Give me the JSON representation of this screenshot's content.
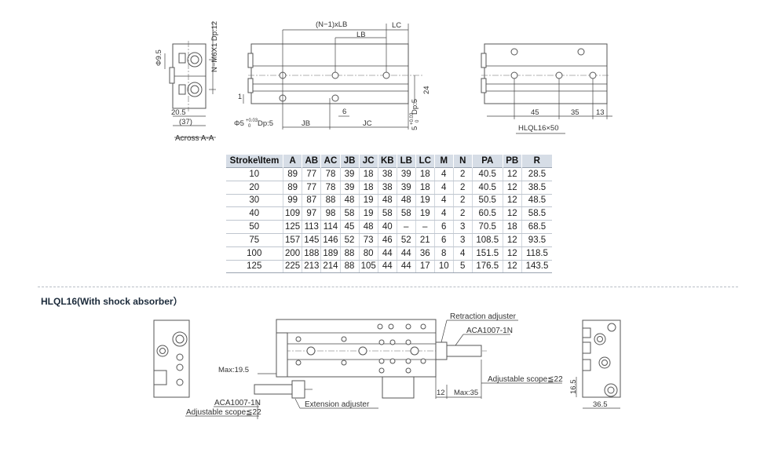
{
  "top_drawing": {
    "dims": {
      "n_lb": "(N−1)xLB",
      "lb": "LB",
      "lc": "LC",
      "bore": "N−M6X1 Dp:12",
      "phi95": "Φ9.5",
      "v205": "20.5",
      "v37": "(37)",
      "v1": "1",
      "v24": "24",
      "v6": "6",
      "jb": "JB",
      "jc": "JC",
      "hole_left_main": "Φ5",
      "hole_left_tol": "+0.03",
      "hole_left_tol0": "0",
      "hole_left_dp": "Dp:5",
      "hole_v_main": "5",
      "hole_v_tol": "+0.03",
      "hole_v_tol0": "0",
      "hole_v_dp": "Dp:5",
      "v45": "45",
      "v35": "35",
      "v13": "13",
      "model": "HLQL16×50"
    },
    "across_label": "Across A-A"
  },
  "table": {
    "headers": [
      "Stroke\\Item",
      "A",
      "AB",
      "AC",
      "JB",
      "JC",
      "KB",
      "LB",
      "LC",
      "M",
      "N",
      "PA",
      "PB",
      "R"
    ],
    "rows": [
      [
        "10",
        "89",
        "77",
        "78",
        "39",
        "18",
        "38",
        "39",
        "18",
        "4",
        "2",
        "40.5",
        "12",
        "28.5"
      ],
      [
        "20",
        "89",
        "77",
        "78",
        "39",
        "18",
        "38",
        "39",
        "18",
        "4",
        "2",
        "40.5",
        "12",
        "38.5"
      ],
      [
        "30",
        "99",
        "87",
        "88",
        "48",
        "19",
        "48",
        "48",
        "19",
        "4",
        "2",
        "50.5",
        "12",
        "48.5"
      ],
      [
        "40",
        "109",
        "97",
        "98",
        "58",
        "19",
        "58",
        "58",
        "19",
        "4",
        "2",
        "60.5",
        "12",
        "58.5"
      ],
      [
        "50",
        "125",
        "113",
        "114",
        "45",
        "48",
        "40",
        "–",
        "–",
        "6",
        "3",
        "70.5",
        "18",
        "68.5"
      ],
      [
        "75",
        "157",
        "145",
        "146",
        "52",
        "73",
        "46",
        "52",
        "21",
        "6",
        "3",
        "108.5",
        "12",
        "93.5"
      ],
      [
        "100",
        "200",
        "188",
        "189",
        "88",
        "80",
        "44",
        "44",
        "36",
        "8",
        "4",
        "151.5",
        "12",
        "118.5"
      ],
      [
        "125",
        "225",
        "213",
        "214",
        "88",
        "105",
        "44",
        "44",
        "17",
        "10",
        "5",
        "176.5",
        "12",
        "143.5"
      ]
    ]
  },
  "section_title": "HLQL16(With shock absorber）",
  "bottom_drawing": {
    "retraction_adjuster": "Retraction adjuster",
    "aca_right": "ACA1007-1N",
    "max195": "Max:19.5",
    "adj_scope_right": "Adjustable scope≦22",
    "v12": "12",
    "max35": "Max:35",
    "aca_left": "ACA1007-1N",
    "adj_scope_left": "Adjustable scope≦22",
    "extension_adjuster": "Extension adjuster",
    "v165": "16.5",
    "v365": "36.5"
  },
  "colors": {
    "table_header_bg": "#d6dde6",
    "divider": "#b8bec6",
    "line": "#444444"
  }
}
